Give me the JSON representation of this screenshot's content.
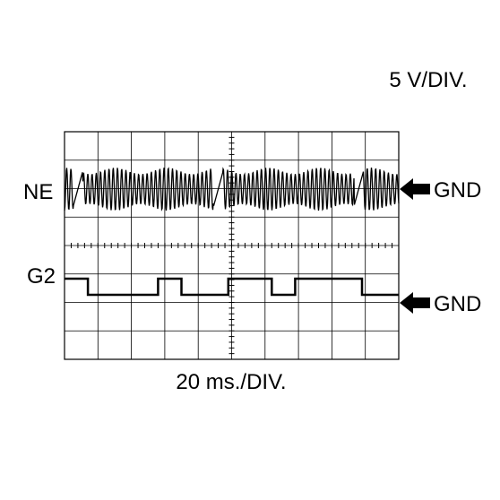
{
  "scale": {
    "volts_per_div": "5 V/DIV.",
    "time_per_div": "20 ms./DIV."
  },
  "channels": [
    {
      "name": "NE",
      "ground_label": "GND"
    },
    {
      "name": "G2",
      "ground_label": "GND"
    }
  ],
  "grid": {
    "columns": 10,
    "rows": 8
  },
  "chart_data": {
    "type": "line",
    "series": [
      {
        "name": "NE",
        "pattern": "dense sine burst with periodic missing-tooth gaps",
        "gaps_at_div": [
          0.4,
          4.6,
          8.8
        ]
      },
      {
        "name": "G2",
        "pattern": "square pulse train",
        "steps": [
          {
            "from_div": 0.0,
            "to_div": 0.7,
            "level": "high"
          },
          {
            "from_div": 0.7,
            "to_div": 2.8,
            "level": "low"
          },
          {
            "from_div": 2.8,
            "to_div": 3.5,
            "level": "high"
          },
          {
            "from_div": 3.5,
            "to_div": 4.9,
            "level": "low"
          },
          {
            "from_div": 4.9,
            "to_div": 6.2,
            "level": "high"
          },
          {
            "from_div": 6.2,
            "to_div": 6.9,
            "level": "low"
          },
          {
            "from_div": 6.9,
            "to_div": 8.9,
            "level": "high"
          },
          {
            "from_div": 8.9,
            "to_div": 10.0,
            "level": "low"
          }
        ]
      }
    ]
  }
}
